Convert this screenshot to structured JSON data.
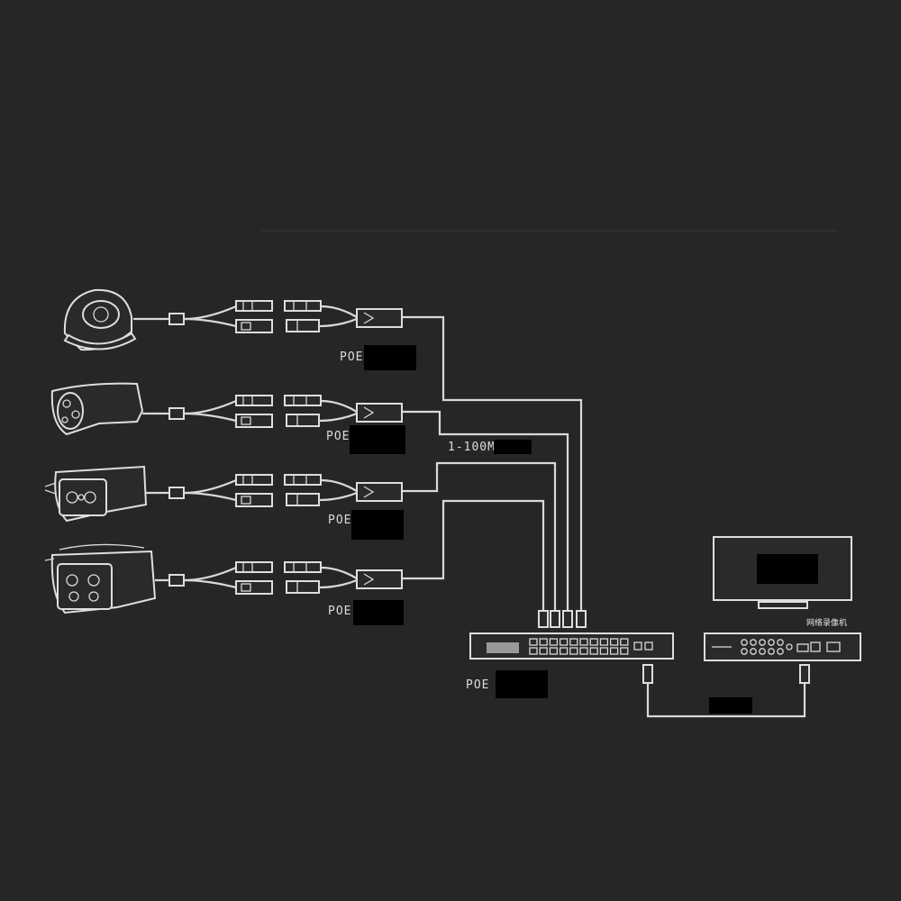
{
  "poe_labels": [
    "POE",
    "POE",
    "POE",
    "POE"
  ],
  "poe_switch_label": "POE",
  "trunk_label": "1-100M",
  "nvr_label": "网络录像机",
  "cameras": [
    {
      "icon": "dome-camera-icon"
    },
    {
      "icon": "bullet-camera-icon"
    },
    {
      "icon": "box-camera-icon"
    },
    {
      "icon": "box-camera-icon"
    }
  ],
  "colors": {
    "background": "#262626",
    "line": "#d9d9d9",
    "redaction": "#000000"
  }
}
